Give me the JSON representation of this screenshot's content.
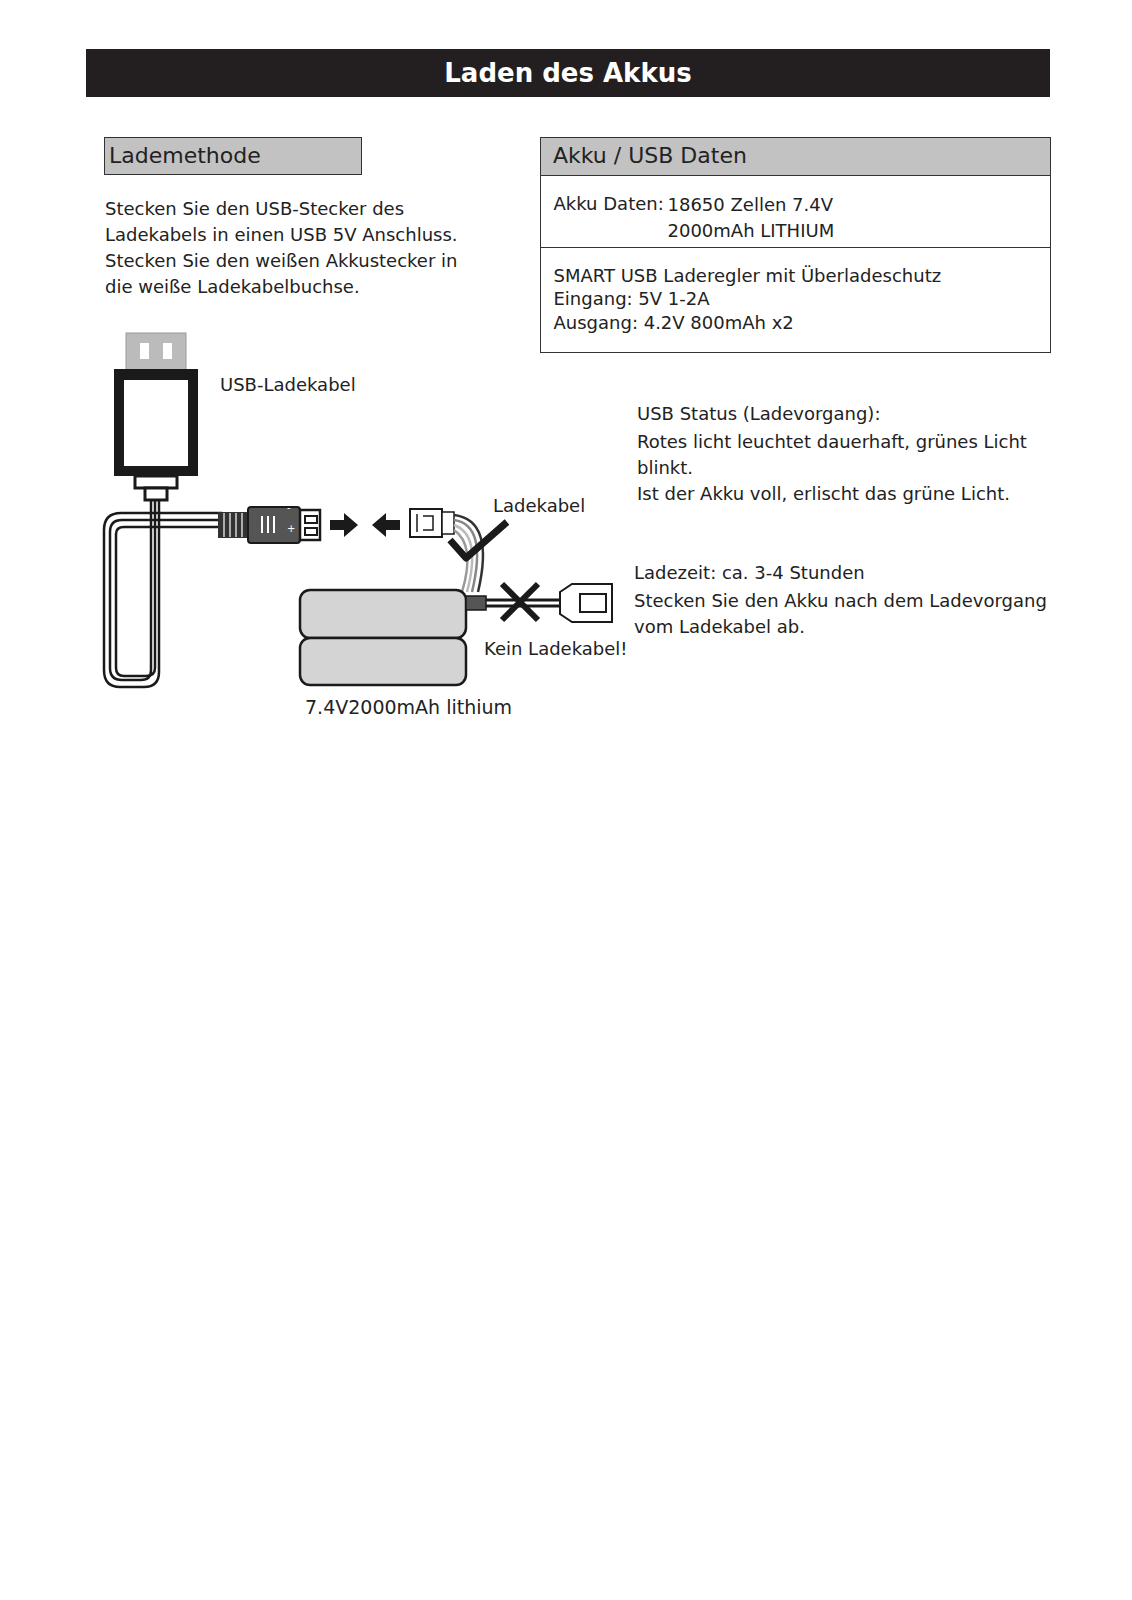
{
  "diagram": {
    "title": "Laden des Akkus",
    "nodes": [
      {
        "text": [
          "Lademethode"
        ]
      },
      {
        "text": [
          "Akku / USB Daten"
        ]
      },
      {
        "text": [
          "Akku Daten:",
          "18650 Zellen 7.4V 2000mAh LITHIUM"
        ],
        "in": 1
      },
      {
        "text": [
          "SMART USB Laderegler mit Überladeschutz",
          "Eingang: 5V 1-2A",
          "Ausgang: 4.2V 800mAh x2"
        ],
        "in": 1
      }
    ],
    "edges": [],
    "labels": [
      "Stecken Sie den USB-Stecker des Ladekabels in einen USB 5V Anschluss. Stecken Sie den weißen Akkustecker in die weiße Ladekabelbuchse.",
      "USB-Ladekabel",
      "USB Status (Ladevorgang):",
      "Rotes licht leuchtet dauerhaft, grünes Licht blinkt.",
      "Ist der Akku voll, erlischt das grüne Licht.",
      "Ladekabel",
      "Ladezeit: ca. 3-4 Stunden",
      "Stecken Sie den Akku nach dem Ladevorgang vom Ladekabel ab.",
      "Kein Ladekabel!",
      "7.4V2000mAh lithium",
      "-",
      "+"
    ]
  }
}
